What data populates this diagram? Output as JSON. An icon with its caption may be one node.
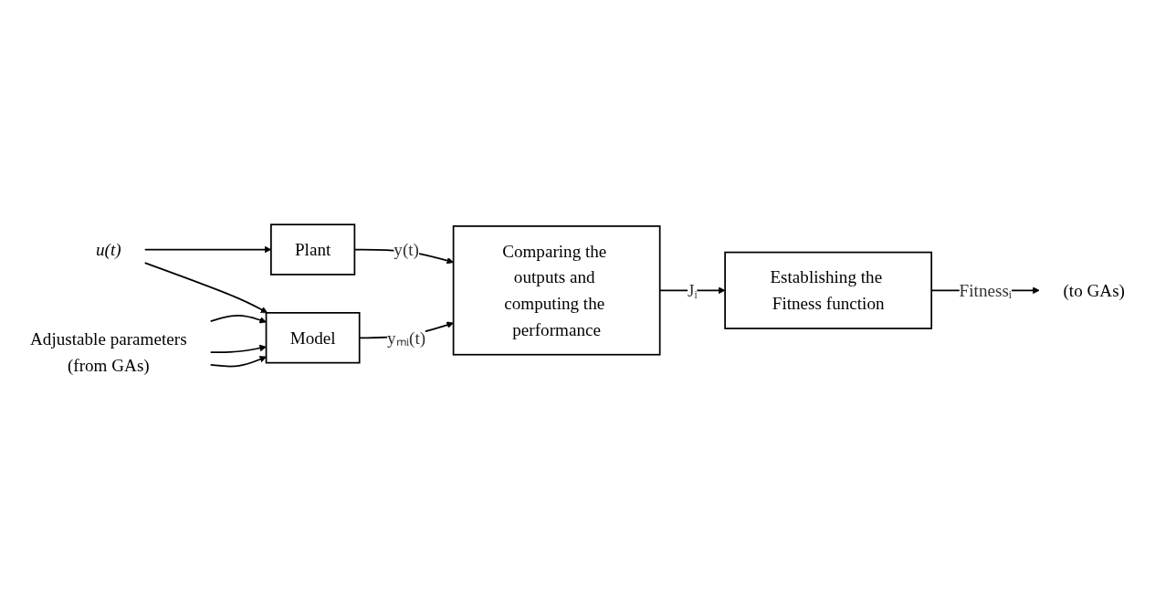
{
  "diagram": {
    "nodes": [
      {
        "text": [
          "u(t)"
        ]
      },
      {
        "text": [
          "Plant"
        ]
      },
      {
        "text": [
          "Model"
        ]
      },
      {
        "text": [
          "Adjustable parameters",
          "(from GAs)"
        ]
      },
      {
        "text": [
          "Comparing the outputs and computing the performance"
        ]
      },
      {
        "text": [
          "Establishing the Fitness function"
        ]
      },
      {
        "text": [
          "(to GAs)"
        ]
      }
    ],
    "edges": [
      {
        "from": 0,
        "to": 1,
        "arrow": "to"
      },
      {
        "from": 0,
        "to": 2,
        "arrow": "to"
      },
      {
        "from": 3,
        "to": 2,
        "arrow": "to"
      },
      {
        "from": 3,
        "to": 2,
        "arrow": "to"
      },
      {
        "from": 3,
        "to": 2,
        "arrow": "to"
      },
      {
        "from": 1,
        "to": 4,
        "arrow": "to",
        "label": "y(t)"
      },
      {
        "from": 2,
        "to": 4,
        "arrow": "to",
        "label": "yₘᵢ(t)"
      },
      {
        "from": 4,
        "to": 5,
        "arrow": "to",
        "label": "Jᵢ"
      },
      {
        "from": 5,
        "to": 6,
        "arrow": "to",
        "label": "Fitnessᵢ"
      }
    ]
  }
}
